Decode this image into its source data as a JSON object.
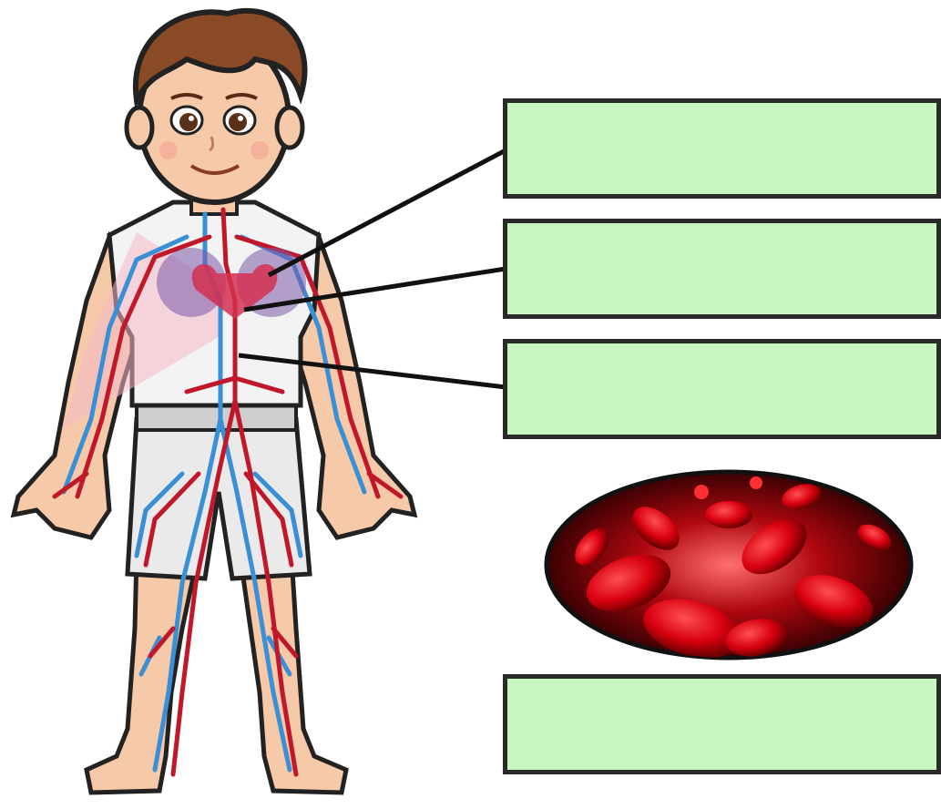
{
  "diagram": {
    "subject": "circulatory-system",
    "labels": [
      {
        "id": "label-1",
        "text": ""
      },
      {
        "id": "label-2",
        "text": ""
      },
      {
        "id": "label-3",
        "text": ""
      },
      {
        "id": "label-4",
        "text": ""
      }
    ]
  },
  "colors": {
    "label_fill": "#c8f5c0",
    "label_border": "#2a2a2a",
    "artery": "#c0182a",
    "vein": "#3a8fd6",
    "skin": "#f6c9a8",
    "hair": "#8a4a26",
    "blood_cell": "#e0101a"
  }
}
